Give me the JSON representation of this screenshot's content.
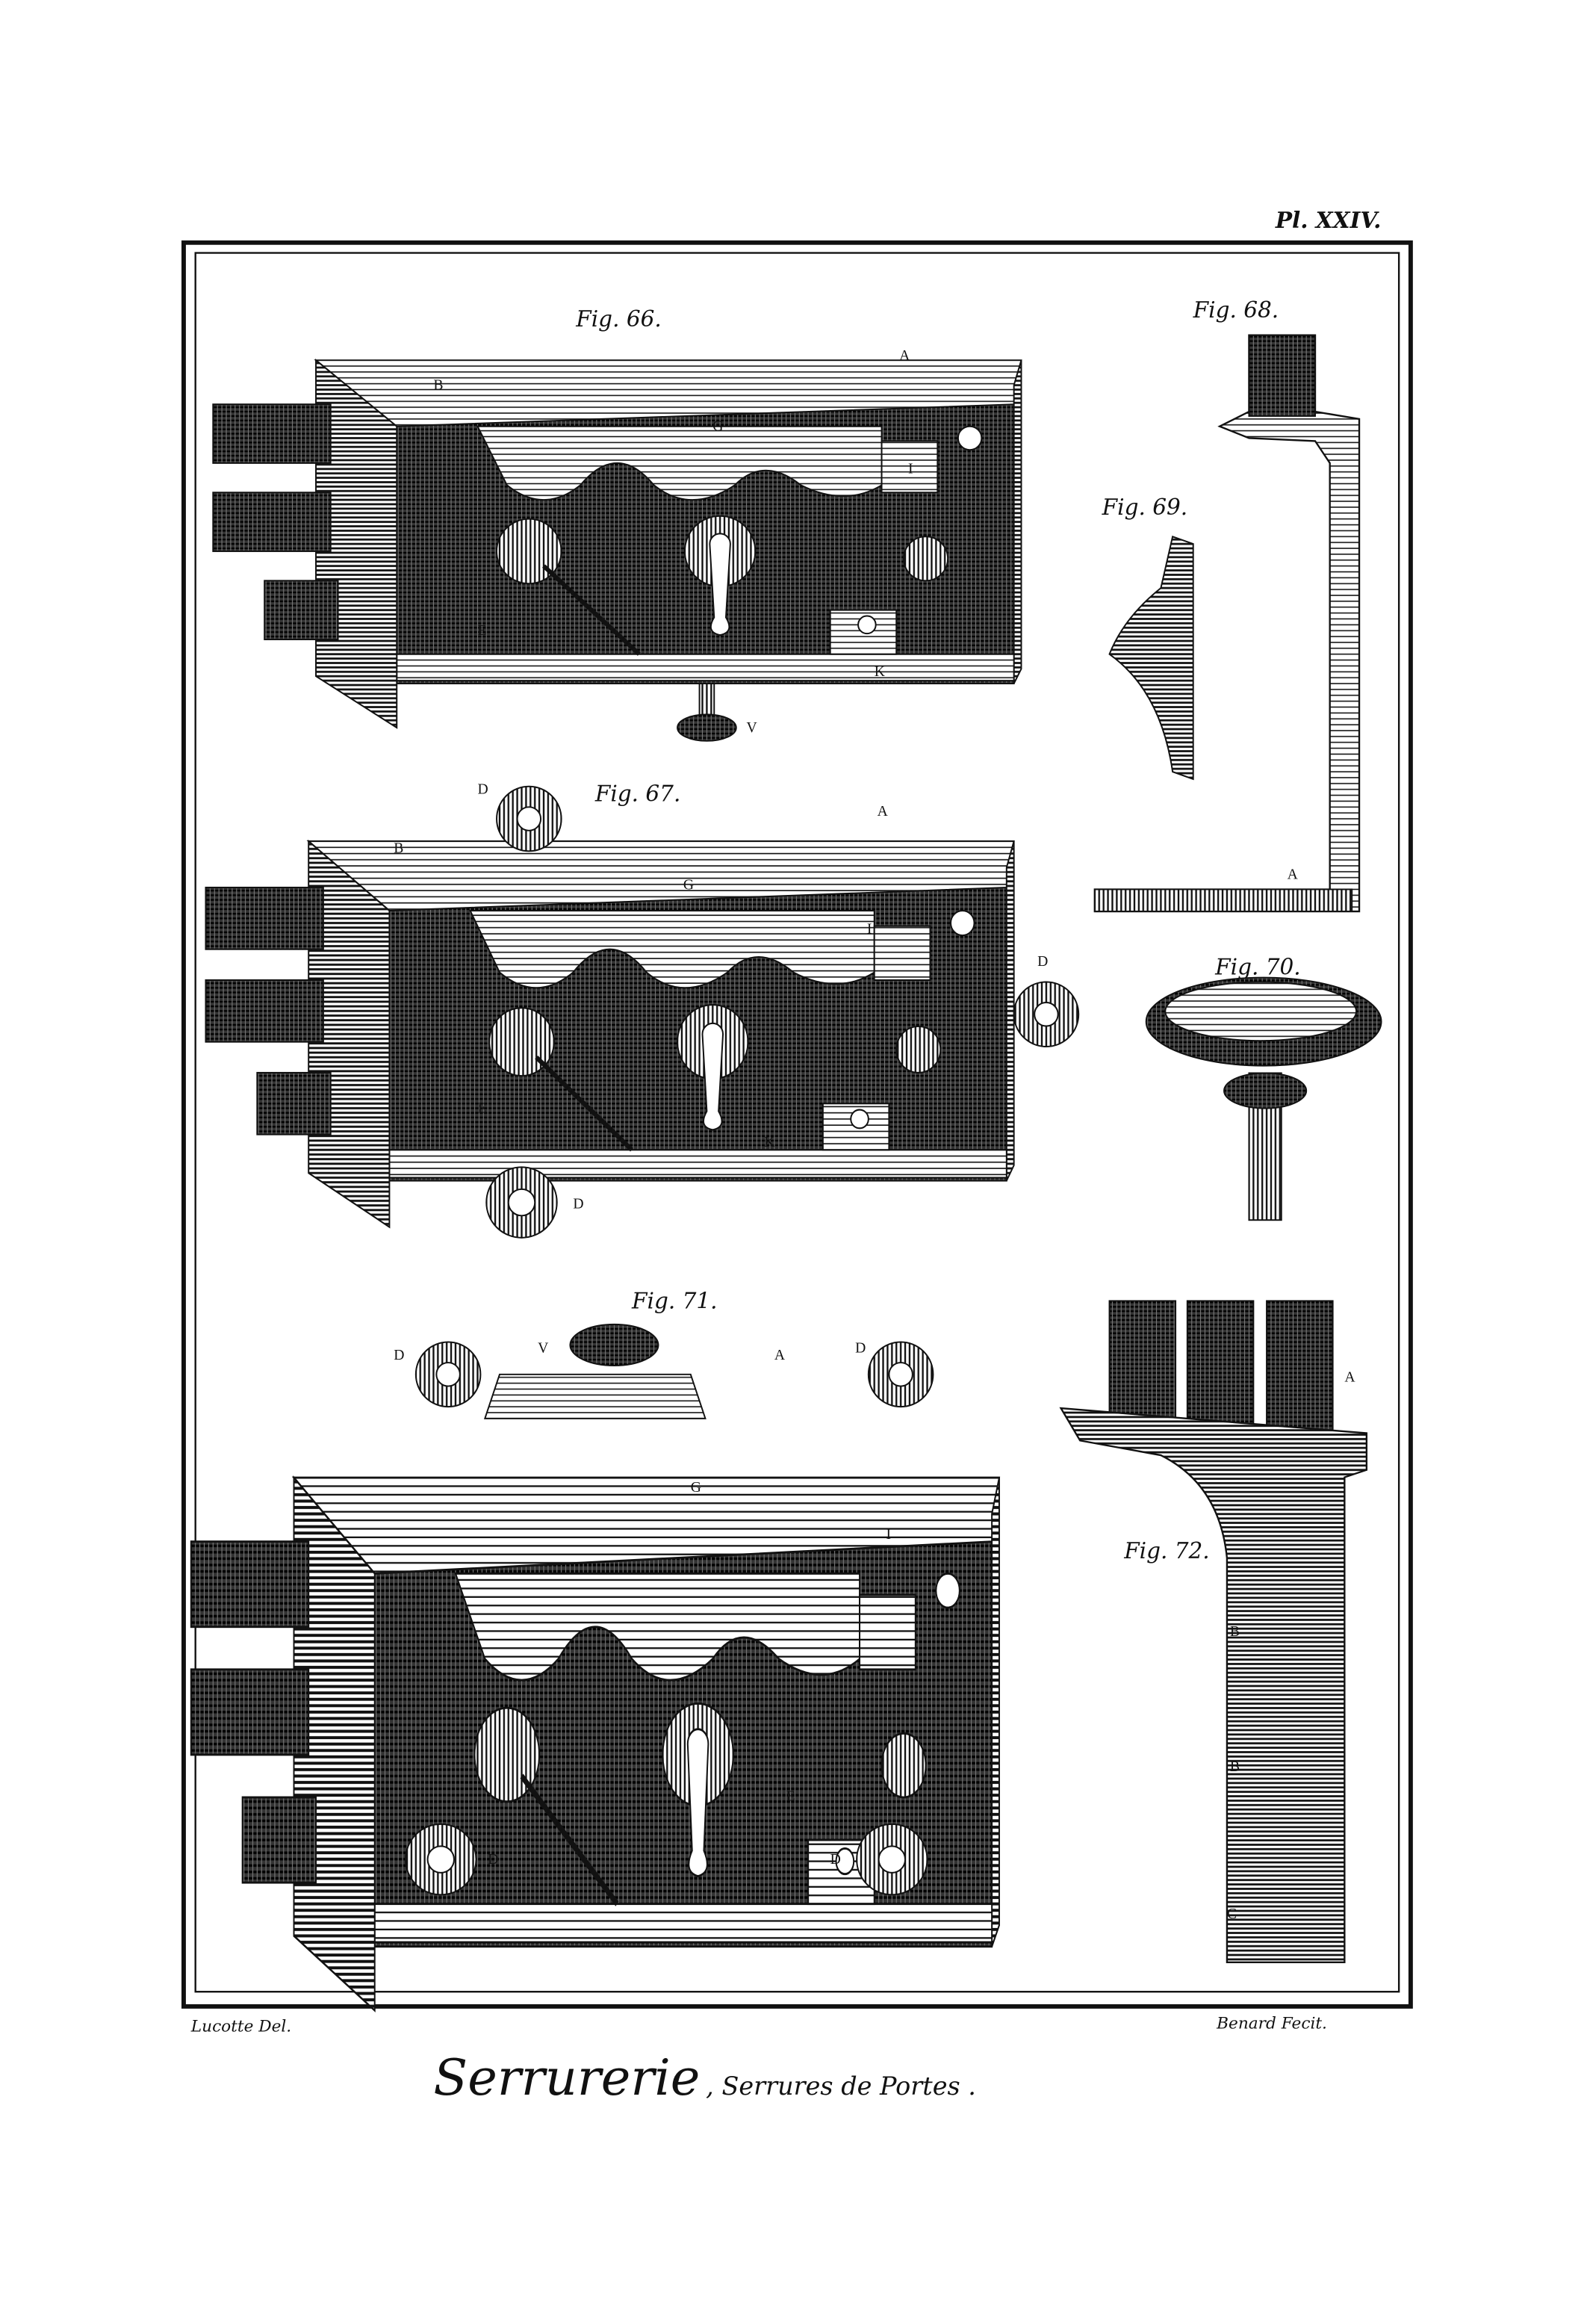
{
  "plate_number": "Pl. XXIV.",
  "figures": {
    "fig66": "Fig. 66.",
    "fig67": "Fig. 67.",
    "fig68": "Fig. 68.",
    "fig69": "Fig. 69.",
    "fig70": "Fig. 70.",
    "fig71": "Fig. 71.",
    "fig72": "Fig. 72."
  },
  "letters": {
    "fig66": [
      "A",
      "B",
      "G",
      "I",
      "K",
      "V",
      "E"
    ],
    "fig67": [
      "A",
      "B",
      "G",
      "I",
      "K",
      "D",
      "D",
      "D",
      "E"
    ],
    "fig68": [
      "A"
    ],
    "fig71": [
      "A",
      "V",
      "D",
      "D",
      "D",
      "D",
      "G",
      "I",
      "E"
    ],
    "fig72": [
      "A",
      "B",
      "B",
      "C"
    ]
  },
  "credits": {
    "left": "Lucotte Del.",
    "right": "Benard Fecit."
  },
  "title": {
    "main": "Serrurerie",
    "sub": ", Serrures de Portes ."
  },
  "colors": {
    "ink": "#111111",
    "paper": "#ffffff",
    "mid": "#555555",
    "light": "#bbbbbb"
  }
}
